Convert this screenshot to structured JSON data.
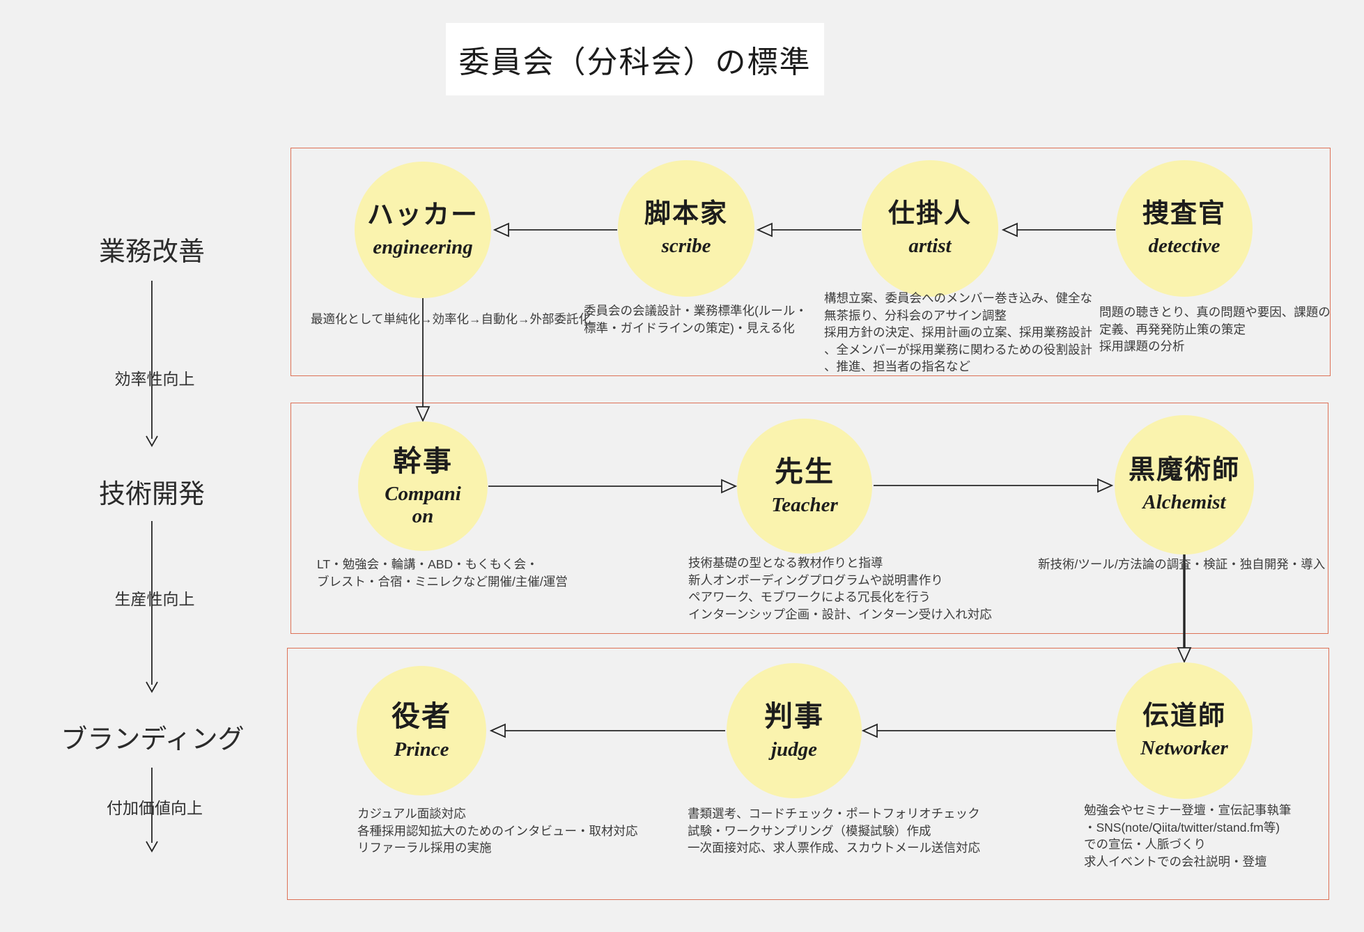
{
  "title": "委員会（分科会）の標準",
  "colors": {
    "background": "#f1f1f1",
    "circle_fill": "#faf3ae",
    "box_border": "#dd7156",
    "arrow": "#262626"
  },
  "left_rail": {
    "stages": [
      {
        "label": "業務改善",
        "transition": "効率性向上"
      },
      {
        "label": "技術開発",
        "transition": "生産性向上"
      },
      {
        "label": "ブランディング",
        "transition": "付加価値向上"
      }
    ]
  },
  "rows": [
    {
      "circles": [
        {
          "name": "ハッカー",
          "subtitle": "engineering",
          "description": "最適化として単純化→効率化→自動化→外部委託化"
        },
        {
          "name": "脚本家",
          "subtitle": "scribe",
          "description": "委員会の会議設計・業務標準化(ルール・\n標準・ガイドラインの策定)・見える化"
        },
        {
          "name": "仕掛人",
          "subtitle": "artist",
          "description": "構想立案、委員会へのメンバー巻き込み、健全な\n無茶振り、分科会のアサイン調整\n採用方針の決定、採用計画の立案、採用業務設計\n、全メンバーが採用業務に関わるための役割設計\n、推進、担当者の指名など"
        },
        {
          "name": "捜査官",
          "subtitle": "detective",
          "description": "問題の聴きとり、真の問題や要因、課題の\n定義、再発発防止策の策定\n採用課題の分析"
        }
      ]
    },
    {
      "circles": [
        {
          "name": "幹事",
          "subtitle": "Companion",
          "description": "LT・勉強会・輪講・ABD・もくもく会・\nブレスト・合宿・ミニレクなど開催/主催/運営"
        },
        {
          "name": "先生",
          "subtitle": "Teacher",
          "description": "技術基礎の型となる教材作りと指導\n新人オンボーディングプログラムや説明書作り\nペアワーク、モブワークによる冗長化を行う\nインターンシップ企画・設計、インターン受け入れ対応"
        },
        {
          "name": "黒魔術師",
          "subtitle": "Alchemist",
          "description": "新技術/ツール/方法論の調査・検証・独自開発・導入"
        }
      ]
    },
    {
      "circles": [
        {
          "name": "役者",
          "subtitle": "Prince",
          "description": "カジュアル面談対応\n各種採用認知拡大のためのインタビュー・取材対応\nリファーラル採用の実施"
        },
        {
          "name": "判事",
          "subtitle": "judge",
          "description": "書類選考、コードチェック・ポートフォリオチェック\n試験・ワークサンプリング（模擬試験）作成\n一次面接対応、求人票作成、スカウトメール送信対応"
        },
        {
          "name": "伝道師",
          "subtitle": "Networker",
          "description": "勉強会やセミナー登壇・宣伝記事執筆\n・SNS(note/Qiita/twitter/stand.fm等)\nでの宣伝・人脈づくり\n求人イベントでの会社説明・登壇"
        }
      ]
    }
  ]
}
